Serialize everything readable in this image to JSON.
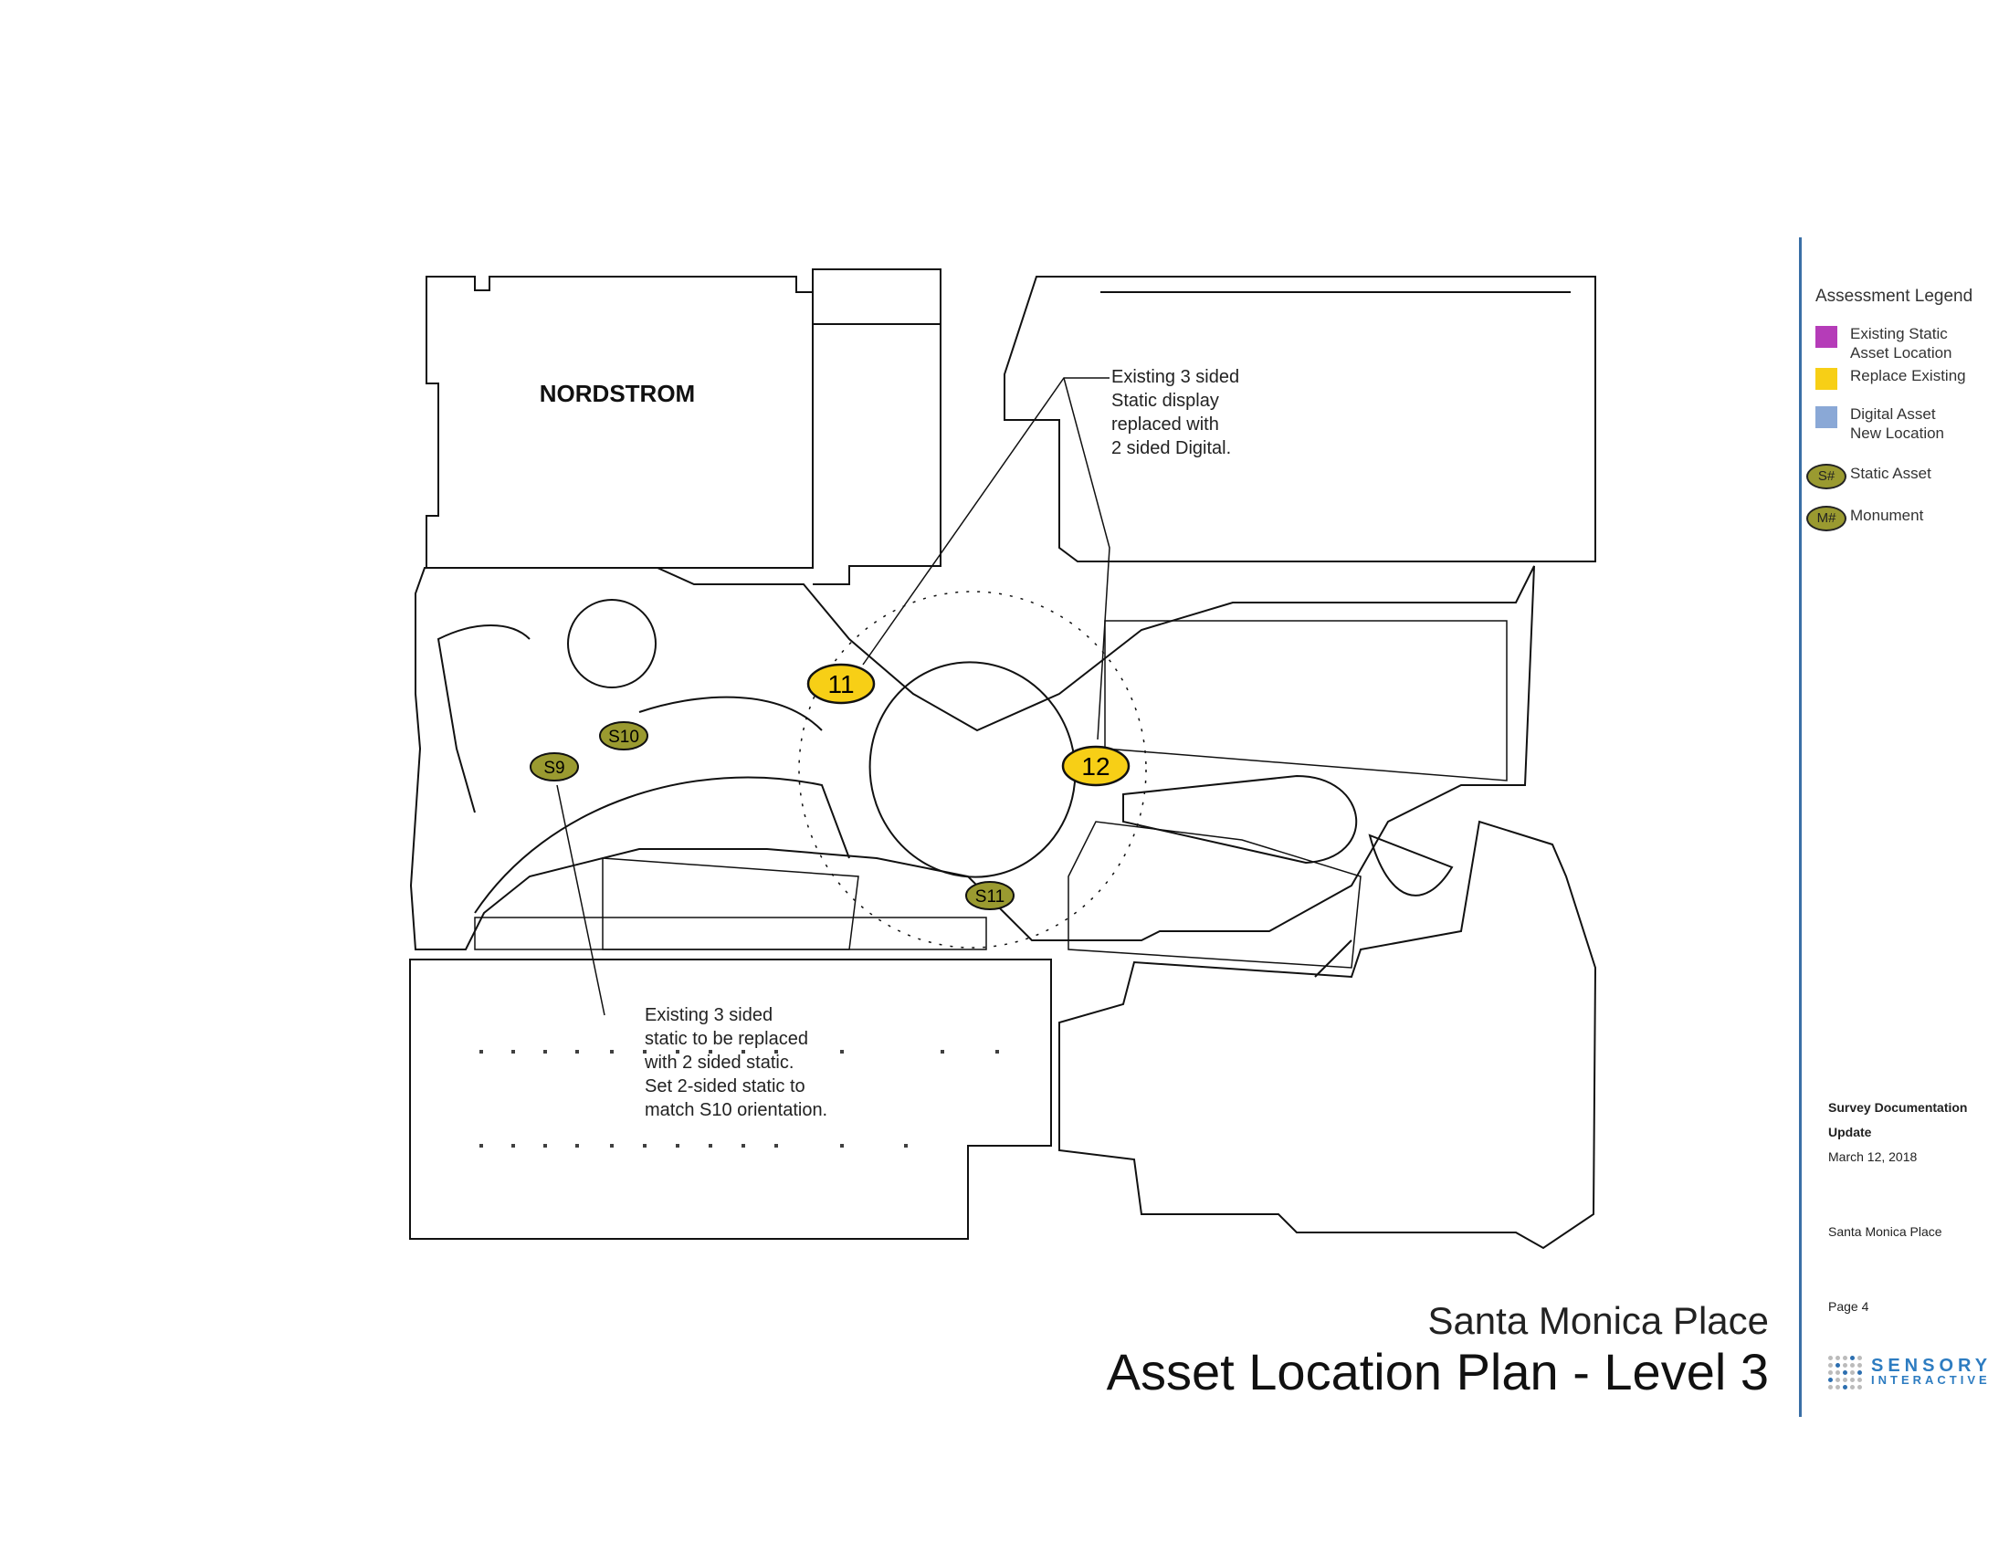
{
  "plan": {
    "anchor_store": "NORDSTROM",
    "markers": [
      {
        "id": "11",
        "kind": "replace",
        "label": "11"
      },
      {
        "id": "12",
        "kind": "replace",
        "label": "12"
      },
      {
        "id": "S9",
        "kind": "static",
        "label": "S9"
      },
      {
        "id": "S10",
        "kind": "static",
        "label": "S10"
      },
      {
        "id": "S11",
        "kind": "static",
        "label": "S11"
      }
    ],
    "notes": [
      {
        "lines": [
          "Existing 3 sided",
          "Static display",
          "replaced with",
          "2 sided Digital."
        ]
      },
      {
        "lines": [
          "Existing 3 sided",
          "static to be replaced",
          "with 2 sided static.",
          "Set 2-sided static to",
          "match S10 orientation."
        ]
      }
    ]
  },
  "legend": {
    "title": "Assessment Legend",
    "items": [
      {
        "lines": [
          "Existing Static",
          "Asset Location"
        ],
        "color": "#b53cb8"
      },
      {
        "lines": [
          "Replace Existing"
        ],
        "color": "#f7cf16"
      },
      {
        "lines": [
          "Digital Asset",
          "New Location"
        ],
        "color": "#8aa8d6"
      },
      {
        "symbol": "S#",
        "label": "Static Asset",
        "color": "#9a9a30"
      },
      {
        "symbol": "M#",
        "label": "Monument",
        "color": "#9a9a30"
      }
    ]
  },
  "info": {
    "doc_title_1": "Survey Documentation",
    "doc_title_2": "Update",
    "date": "March 12, 2018",
    "property": "Santa Monica Place",
    "page": "Page  4",
    "logo_line1": "SENSORY",
    "logo_line2": "INTERACTIVE"
  },
  "title": {
    "subtitle": "Santa Monica Place",
    "main": "Asset Location Plan - Level 3"
  },
  "colors": {
    "replace": "#f7cf16",
    "static": "#9a9a30",
    "accent": "#3a6fa6"
  }
}
